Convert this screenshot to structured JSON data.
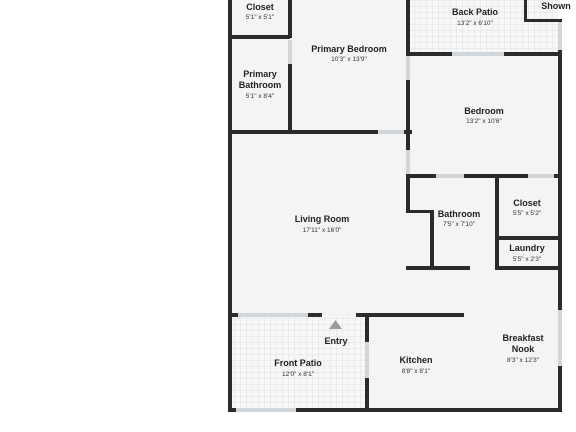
{
  "colors": {
    "wall": "#2b2b2b",
    "floor": "#f4f4f4",
    "patio_tile": "#e6e6e6",
    "window": "#cfd8dc",
    "text": "#222222"
  },
  "rooms": {
    "closet_top": {
      "name": "Closet",
      "dims": "5'1\" x 5'1\""
    },
    "primary_bedroom": {
      "name": "Primary Bedroom",
      "dims": "10'3\" x 13'9\""
    },
    "back_patio": {
      "name": "Back Patio",
      "dims": "13'2\" x 6'10\""
    },
    "shown_label": {
      "name": "Shown"
    },
    "primary_bathroom": {
      "name_line1": "Primary",
      "name_line2": "Bathroom",
      "dims": "5'1\" x 8'4\""
    },
    "bedroom": {
      "name": "Bedroom",
      "dims": "13'2\" x 10'6\""
    },
    "closet_right": {
      "name": "Closet",
      "dims": "5'5\" x 5'2\""
    },
    "living_room": {
      "name": "Living Room",
      "dims": "17'11\" x 16'0\""
    },
    "bathroom": {
      "name": "Bathroom",
      "dims": "7'5\" x 7'10\""
    },
    "laundry": {
      "name": "Laundry",
      "dims": "5'5\" x 2'3\""
    },
    "entry": {
      "name": "Entry"
    },
    "breakfast_nook": {
      "name_line1": "Breakfast",
      "name_line2": "Nook",
      "dims": "8'3\" x 12'3\""
    },
    "front_patio": {
      "name": "Front Patio",
      "dims": "12'0\" x 8'1\""
    },
    "kitchen": {
      "name": "Kitchen",
      "dims": "8'8\" x 8'1\""
    }
  }
}
